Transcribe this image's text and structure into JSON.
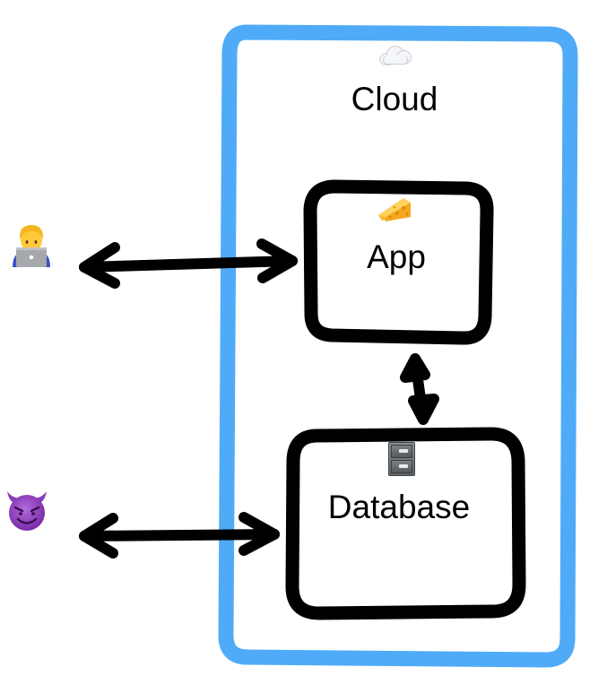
{
  "diagram": {
    "type": "architecture-sketch",
    "colors": {
      "cloud_border": "#4fabf7",
      "box_border": "#000000",
      "arrow": "#000000",
      "background": "#ffffff"
    },
    "cloud": {
      "label": "Cloud",
      "icon": "cloud-icon"
    },
    "nodes": [
      {
        "id": "app",
        "label": "App",
        "icon": "cheese-icon"
      },
      {
        "id": "database",
        "label": "Database",
        "icon": "file-cabinet-icon"
      }
    ],
    "actors": [
      {
        "id": "user",
        "icon": "person-technologist-icon",
        "description": "Person at laptop"
      },
      {
        "id": "attacker",
        "icon": "smiling-devil-icon",
        "description": "Smiling devil"
      }
    ],
    "edges": [
      {
        "from": "user",
        "to": "app",
        "direction": "bidirectional"
      },
      {
        "from": "app",
        "to": "database",
        "direction": "bidirectional"
      },
      {
        "from": "attacker",
        "to": "database",
        "direction": "bidirectional"
      }
    ]
  }
}
